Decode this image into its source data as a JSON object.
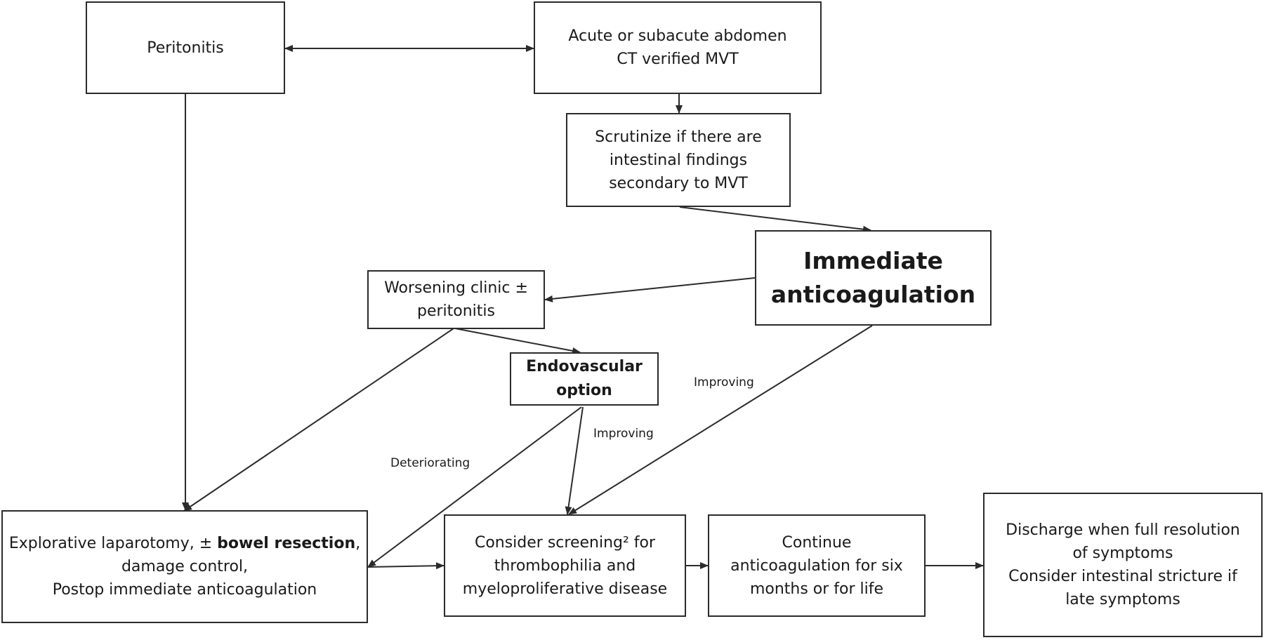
{
  "nodes": {
    "peritonitis": {
      "lines": [
        "Peritonitis"
      ]
    },
    "acute_abdomen": {
      "lines": [
        "Acute or subacute abdomen",
        "CT verified MVT"
      ]
    },
    "scrutinize": {
      "lines": [
        "Scrutinize if there are",
        "intestinal findings",
        "secondary to  MVT"
      ]
    },
    "immediate": {
      "lines": [
        "Immediate",
        "anticoagulation"
      ]
    },
    "worsening": {
      "lines": [
        "Worsening clinic ±",
        "peritonitis"
      ]
    },
    "endovascular": {
      "lines": [
        "Endovascular",
        "option"
      ]
    },
    "laparotomy": {
      "line1_pre": "Explorative laparotomy, ± ",
      "line1_bold": "bowel resection",
      "line1_post": ",",
      "lines": [
        "damage control,",
        "Postop immediate anticoagulation"
      ]
    },
    "screening": {
      "lines": [
        "Consider screening² for",
        "thrombophilia and",
        "myeloproliferative disease"
      ]
    },
    "continue": {
      "lines": [
        "Continue",
        "anticoagulation for six",
        "months or for life"
      ]
    },
    "discharge": {
      "lines": [
        "Discharge when full resolution",
        "of symptoms",
        "Consider intestinal stricture if",
        "late symptoms"
      ]
    }
  },
  "edge_labels": {
    "improving_right": "Improving",
    "improving_center": "Improving",
    "deteriorating": "Deteriorating"
  },
  "colors": {
    "stroke": "#2b2b2b",
    "text": "#1a1a1a"
  }
}
